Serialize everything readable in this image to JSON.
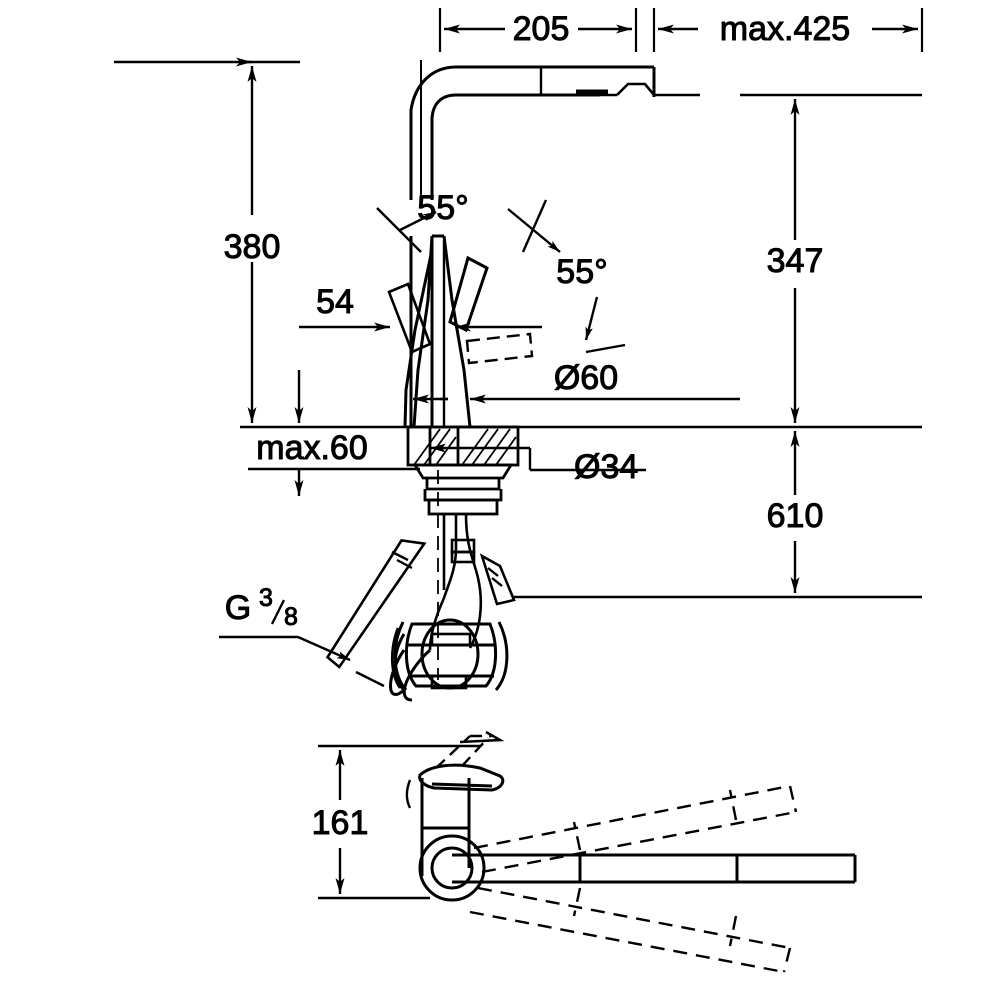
{
  "drawing": {
    "title": "Kitchen pull-out mixer tap technical dimension drawing",
    "units": "mm",
    "line_color": "#000000",
    "background_color": "#ffffff",
    "views": [
      {
        "id": "elevation",
        "name": "side-elevation-view"
      },
      {
        "id": "handle-clearance",
        "name": "handle-clearance-view"
      }
    ]
  },
  "dimensions": {
    "spout_reach": "205",
    "pullout_reach": "max.425",
    "total_height": "380",
    "spout_height_above_counter": "347",
    "hose_drop_below_counter": "610",
    "counter_thickness": "max.60",
    "handle_offset": "54",
    "body_diameter": "Ø60",
    "mounting_hole_diameter": "Ø34",
    "handle_swivel_left": "55°",
    "handle_swivel_right": "55°",
    "connection_thread": "G",
    "connection_thread_numerator": "3",
    "connection_thread_denominator": "8",
    "handle_clearance_height": "161"
  },
  "labels": {
    "reach_205": "205",
    "reach_425": "max.425",
    "height_380": "380",
    "height_347": "347",
    "depth_610": "610",
    "counter_max_60": "max.60",
    "offset_54": "54",
    "dia_60": "Ø60",
    "dia_34": "Ø34",
    "angle_left": "55°",
    "angle_right": "55°",
    "thread_g": "G",
    "thread_num": "3",
    "thread_den": "8",
    "height_161": "161"
  }
}
